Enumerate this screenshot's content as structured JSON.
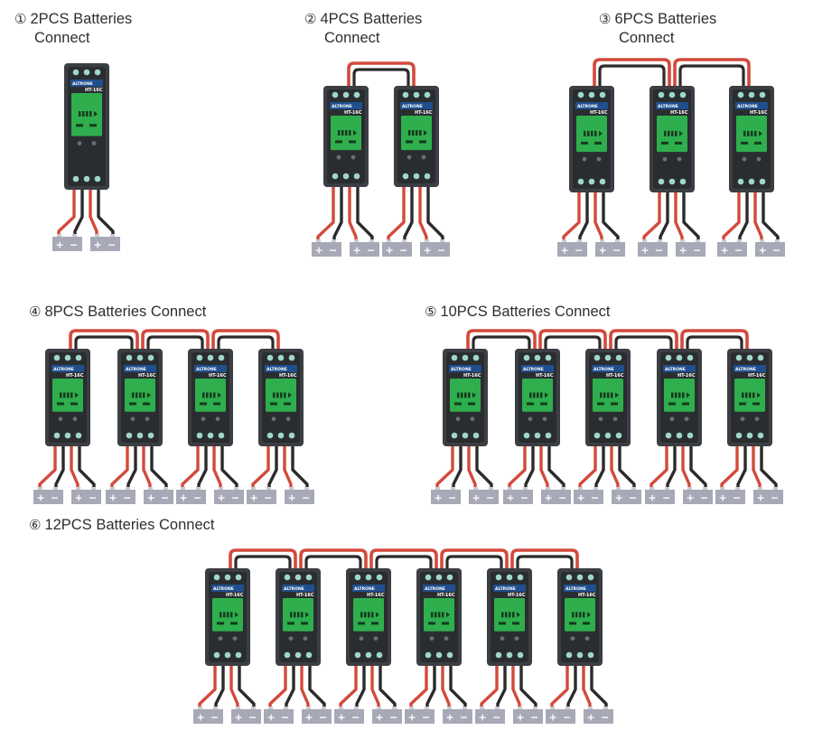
{
  "sections": [
    {
      "number": "①",
      "line1": "2PCS Batteries",
      "line2": "Connect",
      "modules": 1
    },
    {
      "number": "②",
      "line1": "4PCS Batteries",
      "line2": "Connect",
      "modules": 2
    },
    {
      "number": "③",
      "line1": "6PCS Batteries",
      "line2": "Connect",
      "modules": 3
    },
    {
      "number": "④",
      "line1": "8PCS Batteries Connect",
      "line2": "",
      "modules": 4
    },
    {
      "number": "⑤",
      "line1": "10PCS Batteries Connect",
      "line2": "",
      "modules": 5
    },
    {
      "number": "⑥",
      "line1": "12PCS Batteries Connect",
      "line2": "",
      "modules": 6
    }
  ],
  "device": {
    "brand": "ALTRONE",
    "model": "HT-16C"
  },
  "battery": {
    "plus": "+",
    "minus": "−"
  },
  "colors": {
    "red_cable": "#d24a3c",
    "black_cable": "#2b2b2b",
    "module_body": "#3b3e42",
    "module_front": "#2a2d30",
    "screen": "#2fae4e",
    "terminal": "#9fd7c9",
    "battery": "#a8a9b6"
  }
}
